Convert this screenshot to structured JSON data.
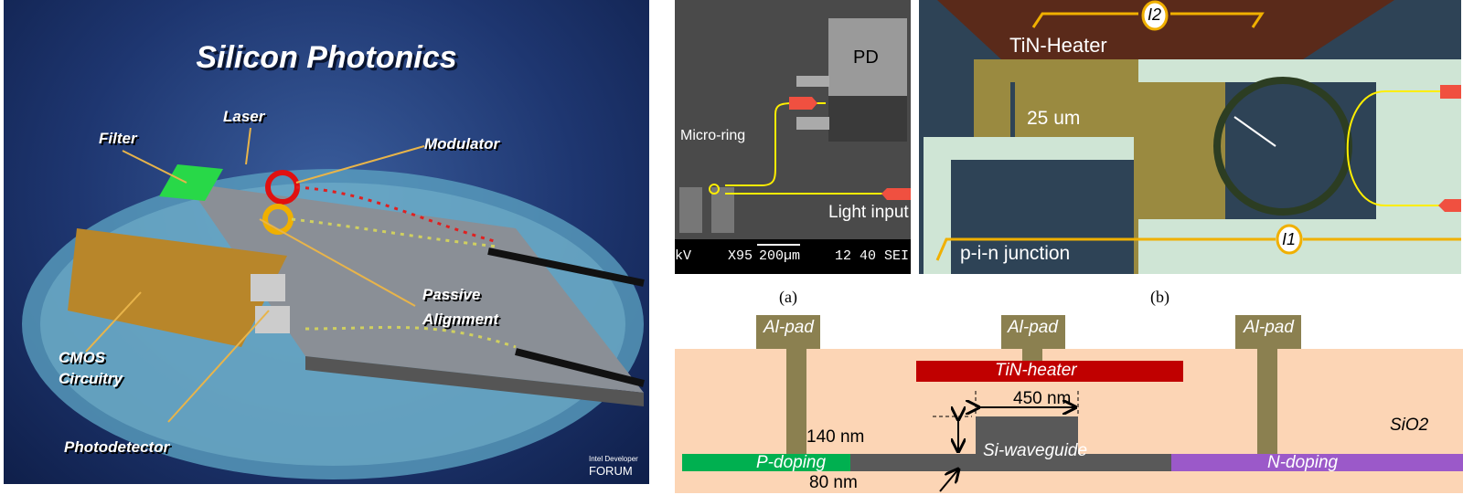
{
  "left_panel": {
    "title": "Silicon Photonics",
    "labels": {
      "filter": "Filter",
      "laser": "Laser",
      "modulator": "Modulator",
      "passive": "Passive",
      "alignment": "Alignment",
      "cmos1": "CMOS",
      "cmos2": "Circuitry",
      "photodetector": "Photodetector"
    },
    "logo": {
      "line1": "Intel Developer",
      "line2": "FORUM"
    }
  },
  "panel_a": {
    "pd": "PD",
    "microring": "Micro-ring",
    "light_input": "Light input",
    "scale_bar": {
      "kv": "kV",
      "mag": "X95",
      "scale": "200µm",
      "info": "12 40 SEI"
    },
    "caption": "(a)"
  },
  "panel_b": {
    "i2": "I2",
    "heater": "TiN-Heater",
    "radius": "25 um",
    "i1": "I1",
    "junction": "p-i-n junction",
    "caption": "(b)"
  },
  "cross_section": {
    "alpad": "Al-pad",
    "heater": "TiN-heater",
    "width": "450 nm",
    "height": "140 nm",
    "slab": "80 nm",
    "waveguide": "Si-waveguide",
    "sio2": "SiO2",
    "p": "P-doping",
    "n": "N-doping"
  }
}
